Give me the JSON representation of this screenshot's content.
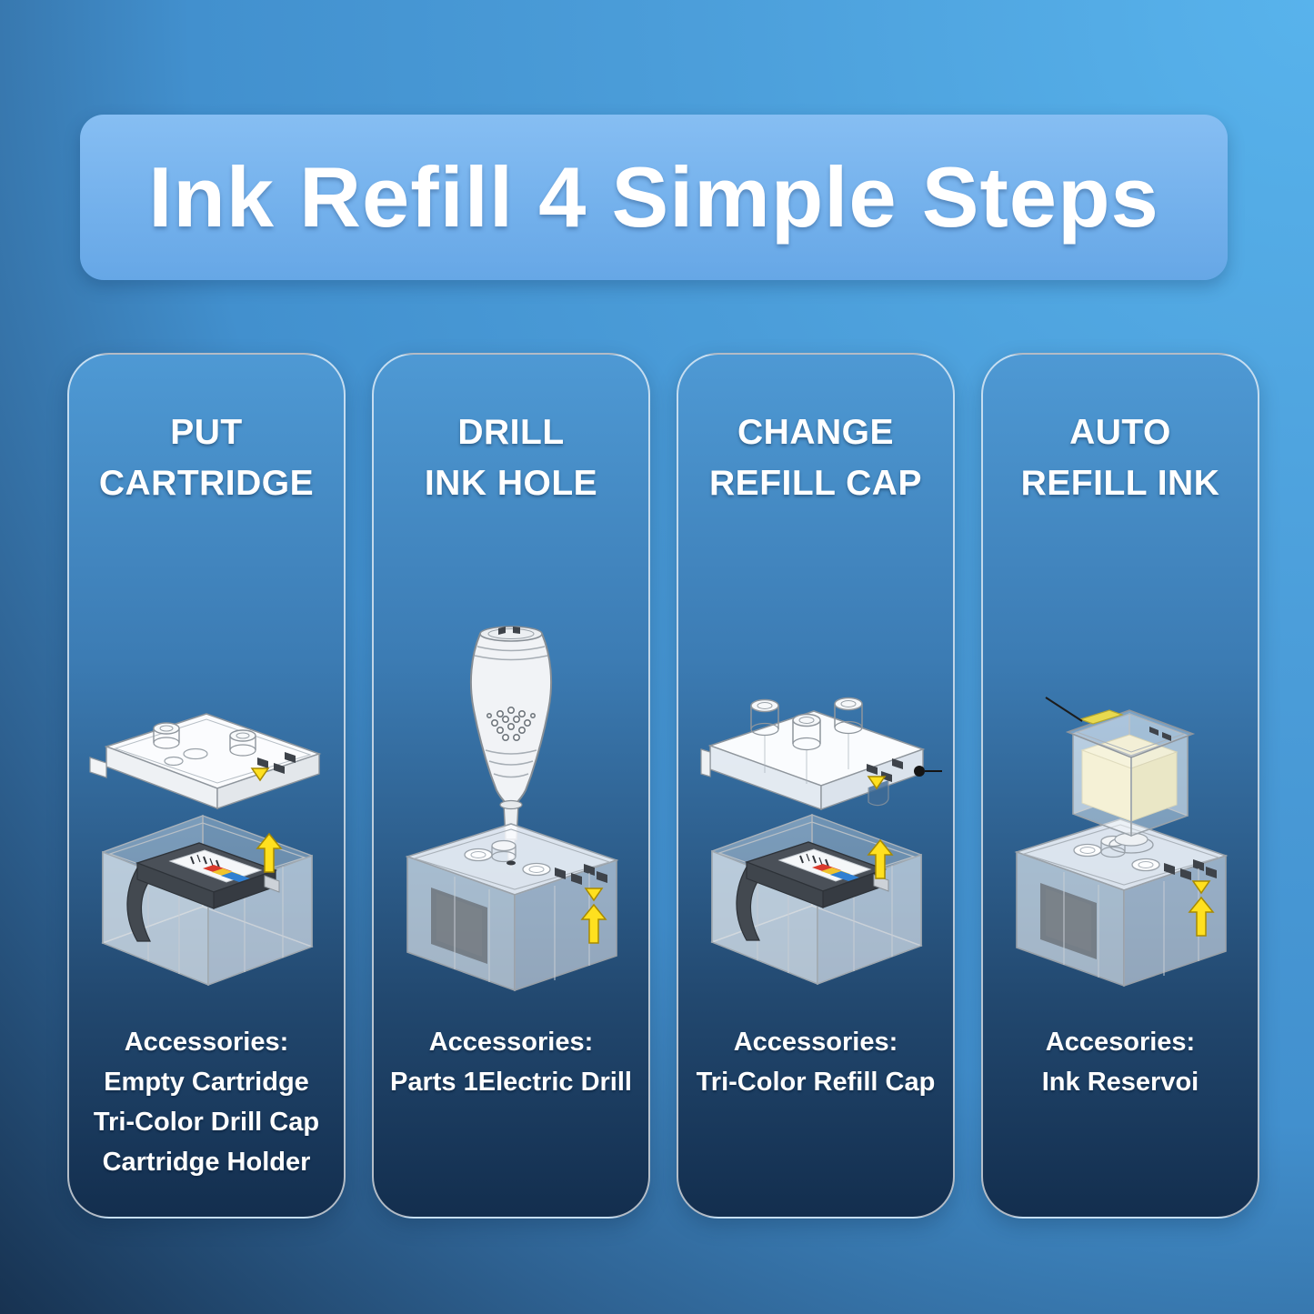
{
  "title_banner": "Ink Refill 4 Simple Steps",
  "colors": {
    "background_light": "#58b3ec",
    "background_dark": "#16304e",
    "banner_fill": "#74b1ec",
    "card_top": "#4e99d4",
    "card_bottom": "#132e4e",
    "text": "#ffffff",
    "arrow_yellow": "#ffe01f",
    "ink_yellow": "#efe8bd",
    "label_stripe_red": "#d93a2c",
    "label_stripe_yellow": "#f0c42d",
    "label_stripe_blue": "#2f7fd2"
  },
  "steps": [
    {
      "name": "put-cartridge",
      "heading_line1": "PUT",
      "heading_line2": "CARTRIDGE",
      "illustration": "cartridge-and-holder-exploded-view",
      "accessories_label": "Accessories:",
      "accessories": [
        "Empty Cartridge",
        "Tri-Color Drill Cap",
        "Cartridge Holder"
      ]
    },
    {
      "name": "drill-ink-hole",
      "heading_line1": "DRILL",
      "heading_line2": "INK HOLE",
      "illustration": "electric-drill-over-cartridge-holder",
      "accessories_label": "Accessories:",
      "accessories": [
        "Parts 1Electric Drill"
      ]
    },
    {
      "name": "change-refill-cap",
      "heading_line1": "CHANGE",
      "heading_line2": "REFILL CAP",
      "illustration": "refill-cap-over-cartridge-holder",
      "accessories_label": "Accessories:",
      "accessories": [
        "Tri-Color Refill Cap"
      ]
    },
    {
      "name": "auto-refill-ink",
      "heading_line1": "AUTO",
      "heading_line2": "REFILL INK",
      "illustration": "ink-reservoir-on-cartridge-holder",
      "accessories_label": "Accesories:",
      "accessories": [
        "Ink Reservoi"
      ]
    }
  ]
}
